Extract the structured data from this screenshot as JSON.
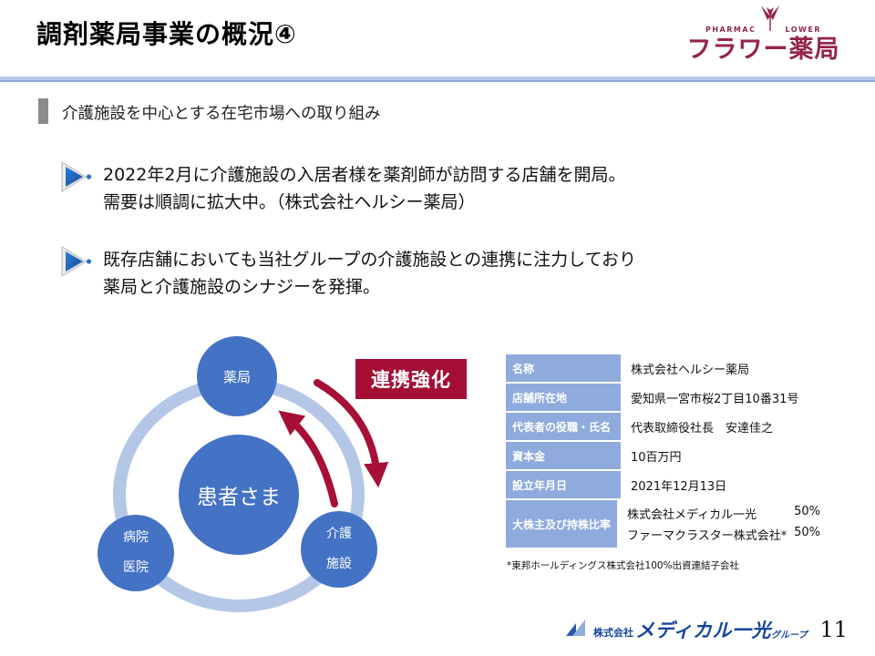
{
  "header": {
    "title": "調剤薬局事業の概況④",
    "logo": {
      "word_left": "PHARMAC",
      "word_right": "LOWER",
      "name": "フラワー薬局"
    }
  },
  "section": {
    "heading": "介護施設を中心とする在宅市場への取り組み"
  },
  "bullets": [
    {
      "line1": "2022年2月に介護施設の入居者様を薬剤師が訪問する店舗を開局。",
      "line2": "需要は順調に拡大中。（株式会社ヘルシー薬局）"
    },
    {
      "line1": "既存店舗においても当社グループの介護施設との連携に注力しており",
      "line2": "薬局と介護施設のシナジーを発揮。"
    }
  ],
  "diagram": {
    "center": "患者さま",
    "top": "薬局",
    "bottom_left_line1": "病院",
    "bottom_left_line2": "医院",
    "bottom_right_line1": "介護",
    "bottom_right_line2": "施設",
    "badge": "連携強化"
  },
  "table": {
    "rows": [
      {
        "label": "名称",
        "value": "株式会社ヘルシー薬局"
      },
      {
        "label": "店舗所在地",
        "value": "愛知県一宮市桜2丁目10番31号"
      },
      {
        "label": "代表者の役職・氏名",
        "value": "代表取締役社長　安達佳之"
      },
      {
        "label": "資本金",
        "value": "10百万円"
      },
      {
        "label": "設立年月日",
        "value": "2021年12月13日"
      },
      {
        "label": "大株主及び持株比率",
        "shareholders": [
          {
            "name": "株式会社メディカル一光",
            "ratio": "50%"
          },
          {
            "name": "ファーマクラスター株式会社*",
            "ratio": "50%"
          }
        ]
      }
    ],
    "footnote": "*東邦ホールディングス株式会社100%出資連結子会社"
  },
  "footer": {
    "company_prefix": "株式会社",
    "company_name": "メディカル一光",
    "company_suffix": "グループ",
    "page_number": "11"
  },
  "icons": {
    "flower_icon": "stylized maroon flower glyph",
    "play_bullet_icon": "3D blue right-pointing triangle",
    "footer_triangles_icon": "two blue sail triangles",
    "link_arrow_icon": "double curved red arrow"
  },
  "colors": {
    "accent_red": "#a50f36",
    "circle_blue": "#4472c4",
    "ring_blue": "#b4c7e7",
    "table_header_blue": "#8faadc",
    "logo_maroon": "#93254b",
    "footer_blue": "#17469e",
    "rule_blue": "#b7c9ec",
    "section_bar_gray": "#8c8c8c"
  }
}
